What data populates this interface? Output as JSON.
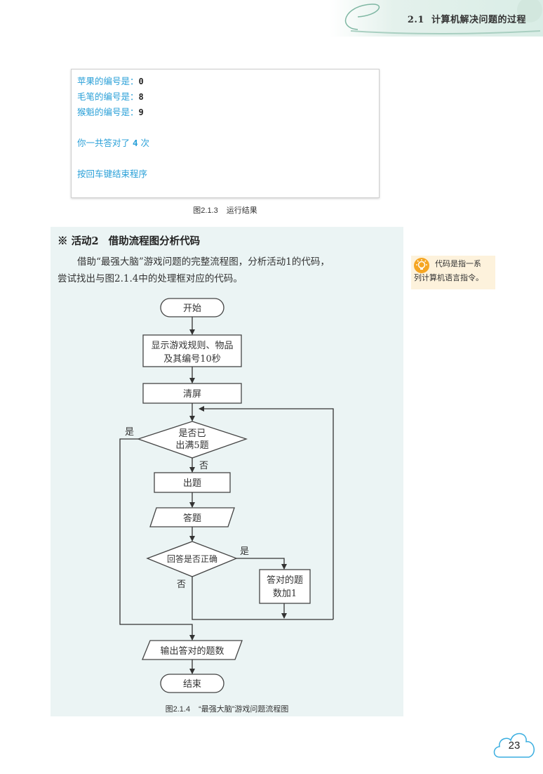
{
  "header": {
    "section_number": "2.1",
    "section_title": "计算机解决问题的过程"
  },
  "console_output": {
    "lines": [
      {
        "label": "苹果的编号是：",
        "value": "0"
      },
      {
        "label": "毛笔的编号是：",
        "value": "8"
      },
      {
        "label": "猴魁的编号是：",
        "value": "9"
      }
    ],
    "summary_prefix": "你一共答对了",
    "summary_count": "4",
    "summary_suffix": "次",
    "exit_prompt": "按回车键结束程序"
  },
  "figure_1": {
    "number": "图2.1.3",
    "title": "运行结果"
  },
  "activity": {
    "marker": "※",
    "label": "活动2",
    "title": "借助流程图分析代码",
    "body_line1": "借助“最强大脑”游戏问题的完整流程图，分析活动1的代码，",
    "body_line2": "尝试找出与图2.1.4中的处理框对应的代码。"
  },
  "tip": {
    "icon": "lightbulb-icon",
    "line1": "代码是指一系",
    "line2": "列计算机语言指令。"
  },
  "flowchart": {
    "start": "开始",
    "show_rules_line1": "显示游戏规则、物品",
    "show_rules_line2": "及其编号10秒",
    "clear_screen": "清屏",
    "decision1_line1": "是否已",
    "decision1_line2": "出满5题",
    "decision1_yes": "是",
    "decision1_no": "否",
    "ask_question": "出题",
    "answer": "答题",
    "decision2": "回答是否正确",
    "decision2_yes": "是",
    "decision2_no": "否",
    "increment_line1": "答对的题",
    "increment_line2": "数加1",
    "output": "输出答对的题数",
    "end": "结束"
  },
  "figure_2": {
    "number": "图2.1.4",
    "title": "“最强大脑”游戏问题流程图"
  },
  "page_number": "23",
  "colors": {
    "console_text": "#2aa0d8",
    "panel_bg": "#ebf4f4",
    "tip_bg": "#fdf2dc",
    "tip_icon": "#f5a623",
    "page_cloud": "#3aaee0"
  }
}
